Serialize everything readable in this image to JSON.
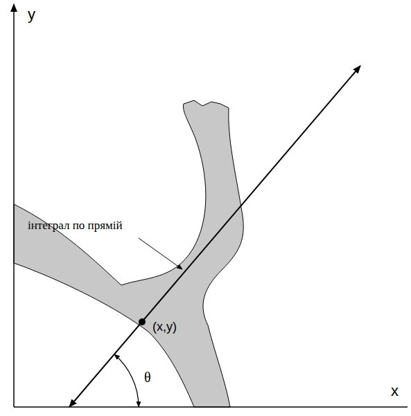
{
  "diagram": {
    "labels": [
      "y",
      "x",
      "інтеграл по прямій",
      "(x,y)",
      "θ"
    ]
  }
}
